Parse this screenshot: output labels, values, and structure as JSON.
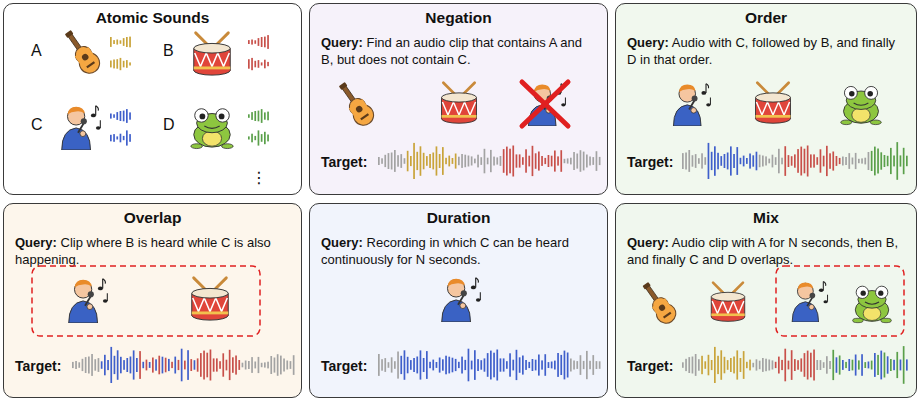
{
  "diagram": {
    "nodes": [
      {
        "text": [
          "Atomic Sounds"
        ]
      },
      {
        "text": [
          "Negation",
          "Query:",
          "Find an audio clip that contains A and B, but does not contain C.",
          "Target:"
        ]
      },
      {
        "text": [
          "Order",
          "Query:",
          "Audio with C, followed by B, and finally D in that order.",
          "Target:"
        ]
      },
      {
        "text": [
          "Overlap",
          "Query:",
          "Clip where B is heard while C is also happening.",
          "Target:"
        ]
      },
      {
        "text": [
          "Duration",
          "Query:",
          "Recording in which C can be heard continuously for N seconds.",
          "Target:"
        ]
      },
      {
        "text": [
          "Mix",
          "Query:",
          "Audio clip with A for N seconds, then B, and finally C and D overlaps.",
          "Target:"
        ]
      }
    ],
    "labels": [
      "A",
      "B",
      "C",
      "D",
      "⋮"
    ]
  }
}
